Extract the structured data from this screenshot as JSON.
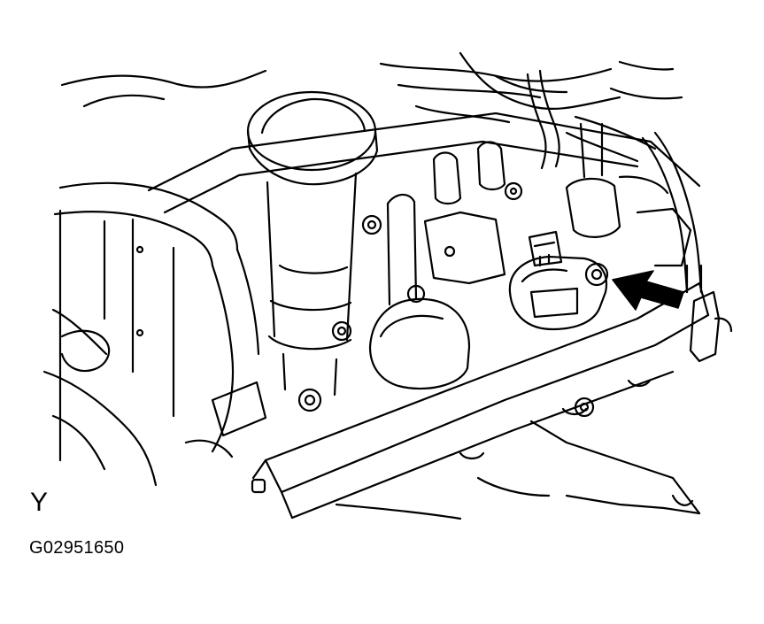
{
  "figure": {
    "view_letter": "Y",
    "figure_id": "G02951650"
  },
  "illustration": {
    "subject-icon": "engine-cylinder-head-line-drawing",
    "highlight-icon": "ignition-coil",
    "pointer-icon": "arrow-pointer",
    "line_color": "#000000",
    "background_color": "#ffffff"
  }
}
